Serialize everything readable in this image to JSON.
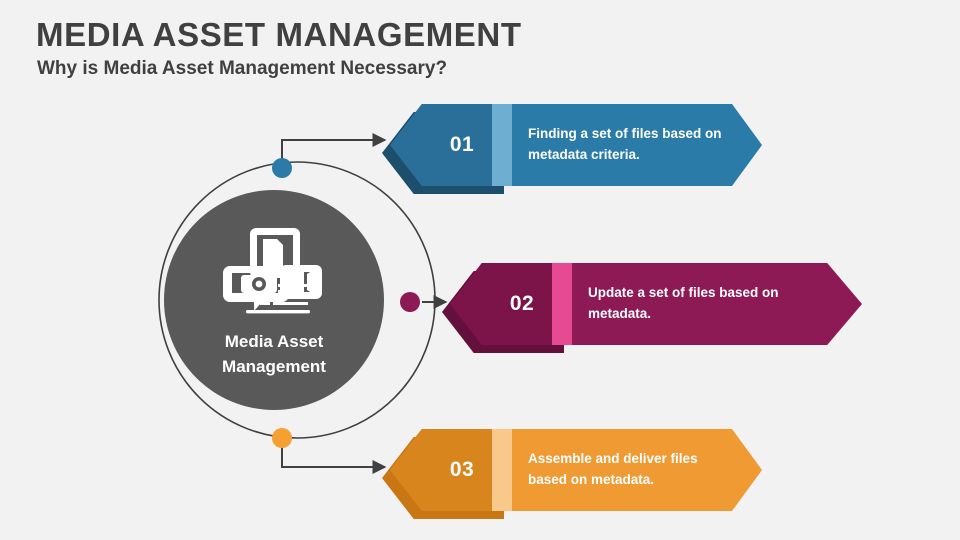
{
  "header": {
    "title": "MEDIA ASSET MANAGEMENT",
    "subtitle": "Why is Media Asset Management Necessary?"
  },
  "hub": {
    "label": "Media Asset\nManagement",
    "label_line1": "Media Asset",
    "label_line2": "Management",
    "icon": "media-asset-icon",
    "color": "#595959"
  },
  "steps": [
    {
      "number": "01",
      "text": "Finding a set of files based on metadata criteria.",
      "text_line1": "Finding a set of files based on",
      "text_line2": "metadata criteria.",
      "body_color": "#2a7ba8",
      "head_color": "#2a6f99",
      "strip_color": "#6eafd1",
      "shadow_color": "#1d4e6b",
      "dot_color": "#2a7ba8"
    },
    {
      "number": "02",
      "text": "Update a set of files based on metadata.",
      "text_line1": "Update a set of files based on",
      "text_line2": "metadata.",
      "body_color": "#8e1a55",
      "head_color": "#7c1449",
      "strip_color": "#e54a92",
      "shadow_color": "#64103c",
      "dot_color": "#8e1a55"
    },
    {
      "number": "03",
      "text": "Assemble and deliver files based on metadata.",
      "text_line1": "Assemble and deliver files",
      "text_line2": "based on metadata.",
      "body_color": "#ef9a33",
      "head_color": "#d9851d",
      "strip_color": "#f8c98a",
      "shadow_color": "#c97614",
      "dot_color": "#f5a030"
    }
  ],
  "canvas": {
    "background": "#f2f2f2",
    "text_color": "#404040",
    "arc_color": "#3f3f3f",
    "connector_color": "#404040"
  }
}
